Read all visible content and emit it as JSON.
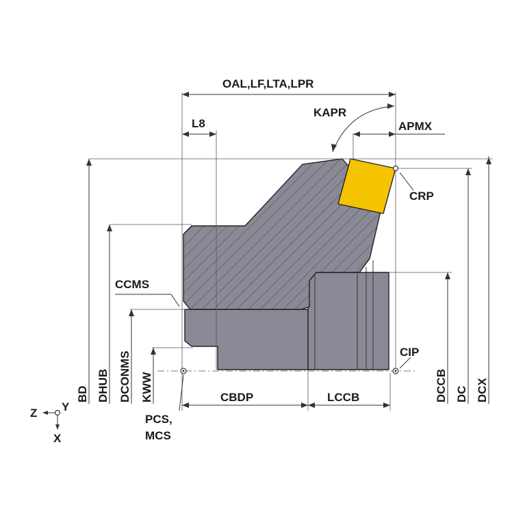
{
  "labels": {
    "oal": "OAL,LF,LTA,LPR",
    "kapr": "KAPR",
    "l8": "L8",
    "apmx": "APMX",
    "crp": "CRP",
    "ccms": "CCMS",
    "cip": "CIP",
    "cbdp": "CBDP",
    "lccb": "LCCB",
    "pcs_line1": "PCS,",
    "pcs_line2": "MCS",
    "bd": "BD",
    "dhub": "DHUB",
    "dconms": "DCONMS",
    "kww": "KWW",
    "dccb": "DCCB",
    "dc": "DC",
    "dcx": "DCX"
  },
  "axes": {
    "z": "Z",
    "y": "Y",
    "x": "X"
  },
  "colors": {
    "body": "#8a8a96",
    "body_dark": "#6f6f7a",
    "insert": "#f5c400",
    "line": "#333333"
  }
}
